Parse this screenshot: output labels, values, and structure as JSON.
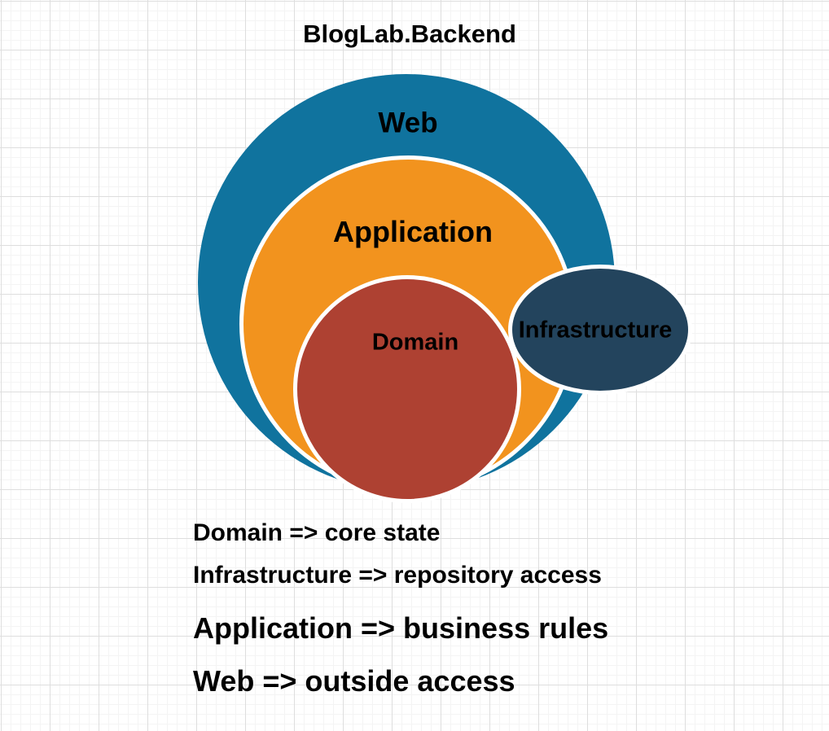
{
  "title": "BlogLab.Backend",
  "layers": [
    {
      "name": "Web",
      "color": "#10739E",
      "role": "outside access"
    },
    {
      "name": "Application",
      "color": "#F2931E",
      "role": "business rules"
    },
    {
      "name": "Domain",
      "color": "#AE4132",
      "role": "core state"
    },
    {
      "name": "Infrastructure",
      "color": "#23445D",
      "role": "repository access"
    }
  ],
  "legend": [
    {
      "text": "Domain => core state"
    },
    {
      "text": "Infrastructure => repository access"
    },
    {
      "text": "Application => business rules"
    },
    {
      "text": "Web => outside access"
    }
  ],
  "colors": {
    "shape_outline": "#ffffff",
    "label_text": "#000000",
    "grid_major": "#dedede",
    "grid_minor": "#f4f4f4"
  }
}
